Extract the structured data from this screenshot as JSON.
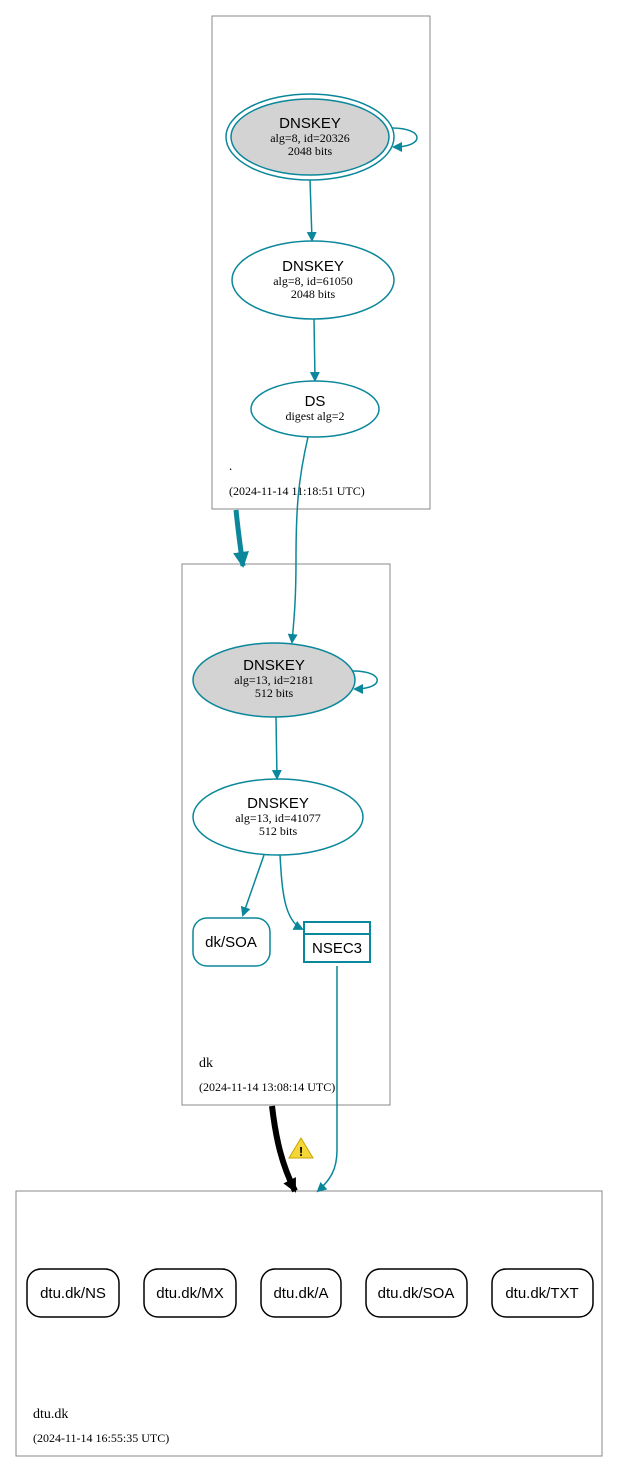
{
  "zones": {
    "root": {
      "name": ".",
      "timestamp": "(2024-11-14 11:18:51 UTC)"
    },
    "dk": {
      "name": "dk",
      "timestamp": "(2024-11-14 13:08:14 UTC)"
    },
    "dtu": {
      "name": "dtu.dk",
      "timestamp": "(2024-11-14 16:55:35 UTC)"
    }
  },
  "nodes": {
    "root_ksk": {
      "title": "DNSKEY",
      "line1": "alg=8, id=20326",
      "line2": "2048 bits"
    },
    "root_zsk": {
      "title": "DNSKEY",
      "line1": "alg=8, id=61050",
      "line2": "2048 bits"
    },
    "dk_ds": {
      "title": "DS",
      "line1": "digest alg=2"
    },
    "dk_ksk": {
      "title": "DNSKEY",
      "line1": "alg=13, id=2181",
      "line2": "512 bits"
    },
    "dk_zsk": {
      "title": "DNSKEY",
      "line1": "alg=13, id=41077",
      "line2": "512 bits"
    },
    "dk_soa": {
      "label": "dk/SOA"
    },
    "nsec3": {
      "label": "NSEC3"
    },
    "dtu_ns": {
      "label": "dtu.dk/NS"
    },
    "dtu_mx": {
      "label": "dtu.dk/MX"
    },
    "dtu_a": {
      "label": "dtu.dk/A"
    },
    "dtu_soa": {
      "label": "dtu.dk/SOA"
    },
    "dtu_txt": {
      "label": "dtu.dk/TXT"
    }
  },
  "warning": {
    "icon": "warning-icon",
    "glyph": "!"
  },
  "colors": {
    "secure": "#0a879a",
    "insecure_delegation": "#000000",
    "ksk_fill": "#d3d3d3",
    "zone_border": "#888888",
    "warning_fill": "#f5d638"
  }
}
